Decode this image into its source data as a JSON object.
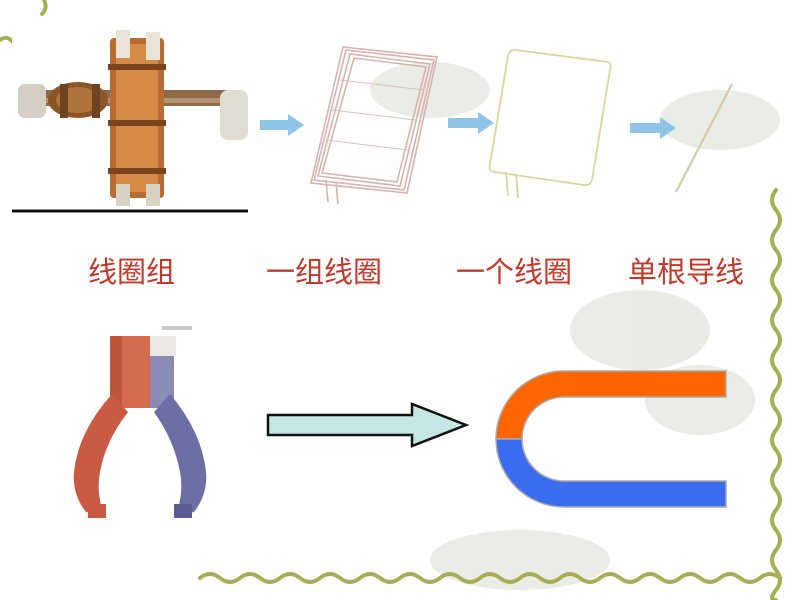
{
  "captions": {
    "coil_group": "线圈组",
    "one_group_coil": "一组线圈",
    "one_coil": "一个线圈",
    "single_wire": "单根导线"
  },
  "colors": {
    "caption_text": "#c0392b",
    "arrow_fill": "#c6e6e6",
    "magnet_north": "#ff6600",
    "magnet_south": "#3a6cf0",
    "small_arrow": "#8fc4e6",
    "vine": "#a8ad55"
  }
}
